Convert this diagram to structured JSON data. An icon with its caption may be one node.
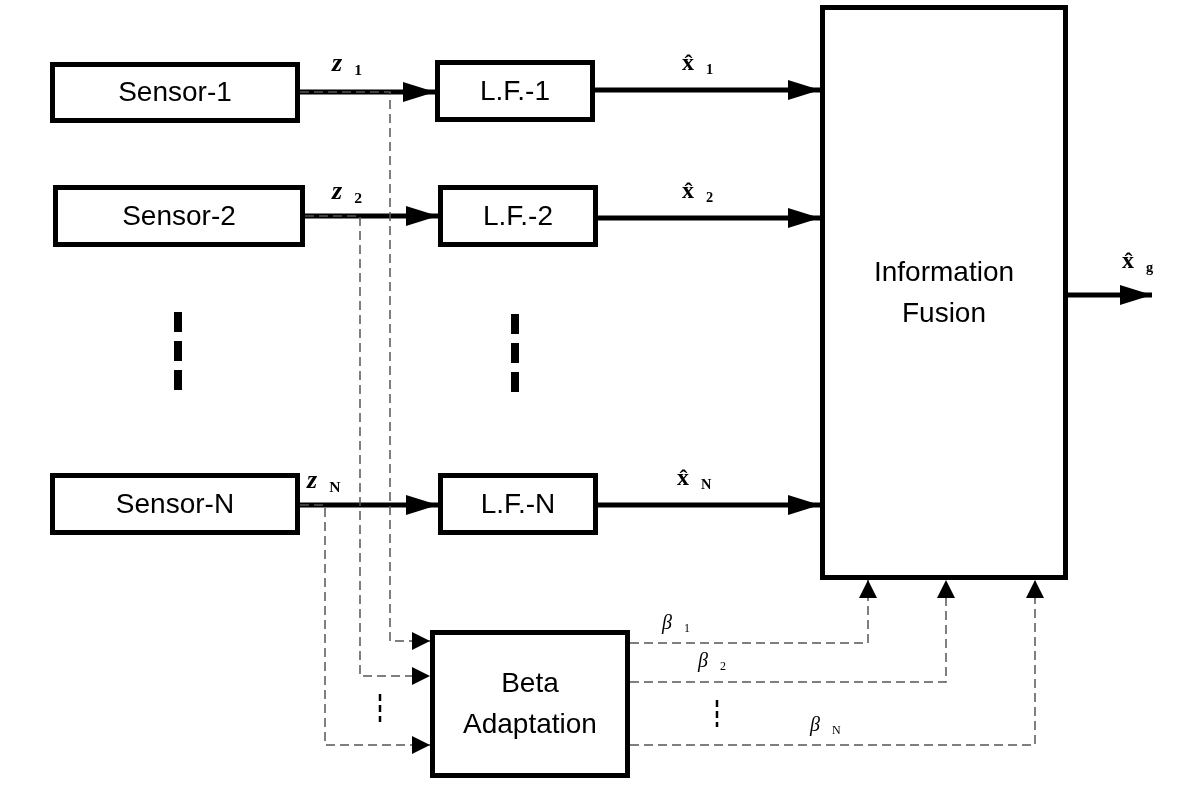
{
  "diagram": {
    "nodes": [
      {
        "text": [
          "Sensor-1"
        ]
      },
      {
        "text": [
          "Sensor-2"
        ]
      },
      {
        "text": [
          "Sensor-N"
        ]
      },
      {
        "text": [
          "L.F.-1"
        ]
      },
      {
        "text": [
          "L.F.-2"
        ]
      },
      {
        "text": [
          "L.F.-N"
        ]
      },
      {
        "text": [
          "Information Fusion"
        ]
      },
      {
        "text": [
          "Beta Adaptation"
        ]
      }
    ],
    "edges": [
      {
        "from": 0,
        "to": 3,
        "arrow": "to",
        "label": "*z*$_{1}$"
      },
      {
        "from": 1,
        "to": 4,
        "arrow": "to",
        "label": "*z*$_{2}$"
      },
      {
        "from": 2,
        "to": 5,
        "arrow": "to",
        "label": "*z*$_{N}$"
      },
      {
        "from": 3,
        "to": 6,
        "arrow": "to",
        "label": "x̂$_{1}$"
      },
      {
        "from": 4,
        "to": 6,
        "arrow": "to",
        "label": "x̂$_{2}$"
      },
      {
        "from": 5,
        "to": 6,
        "arrow": "to",
        "label": "x̂$_{N}$"
      },
      {
        "from": 6,
        "to": null,
        "arrow": "to",
        "label": "x̂$_{g}$"
      },
      {
        "from": 0,
        "to": 7,
        "arrow": "to",
        "style": "dashed"
      },
      {
        "from": 1,
        "to": 7,
        "arrow": "to",
        "style": "dashed"
      },
      {
        "from": 2,
        "to": 7,
        "arrow": "to",
        "style": "dashed"
      },
      {
        "from": 7,
        "to": 6,
        "arrow": "to",
        "style": "dashed",
        "label": "*β*$_{1}$"
      },
      {
        "from": 7,
        "to": 6,
        "arrow": "to",
        "style": "dashed",
        "label": "*β*$_{2}$"
      },
      {
        "from": 7,
        "to": 6,
        "arrow": "to",
        "style": "dashed",
        "label": "*β*$_{N}$"
      }
    ]
  }
}
